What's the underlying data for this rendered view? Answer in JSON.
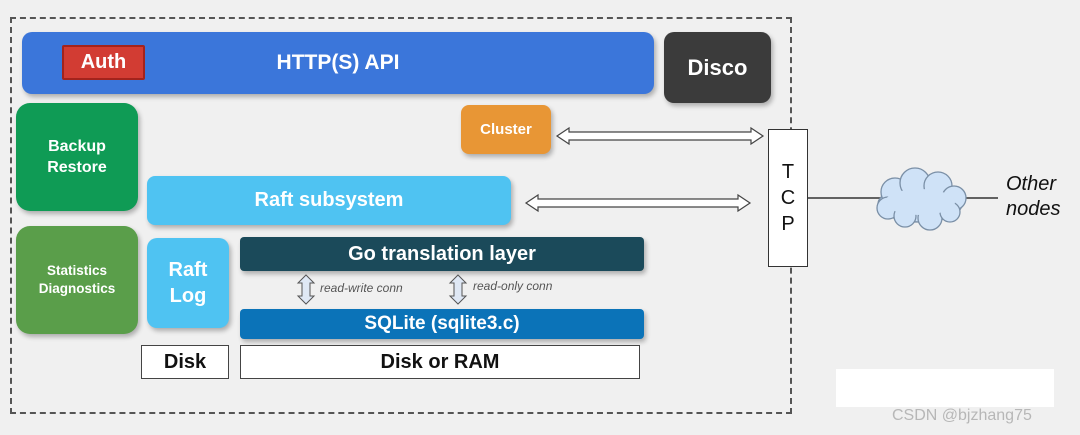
{
  "components": {
    "auth": "Auth",
    "http_api": "HTTP(S) API",
    "disco": "Disco",
    "backup": "Backup",
    "restore": "Restore",
    "statistics": "Statistics",
    "diagnostics": "Diagnostics",
    "cluster": "Cluster",
    "raft_subsystem": "Raft subsystem",
    "raft_log_1": "Raft",
    "raft_log_2": "Log",
    "go_layer": "Go translation layer",
    "sqlite": "SQLite (sqlite3.c)",
    "disk": "Disk",
    "disk_or_ram": "Disk or RAM"
  },
  "connections": {
    "read_write": "read-write conn",
    "read_only": "read-only conn"
  },
  "tcp": [
    "T",
    "C",
    "P"
  ],
  "other_nodes_1": "Other",
  "other_nodes_2": "nodes",
  "watermark": "CSDN @bjzhang75"
}
